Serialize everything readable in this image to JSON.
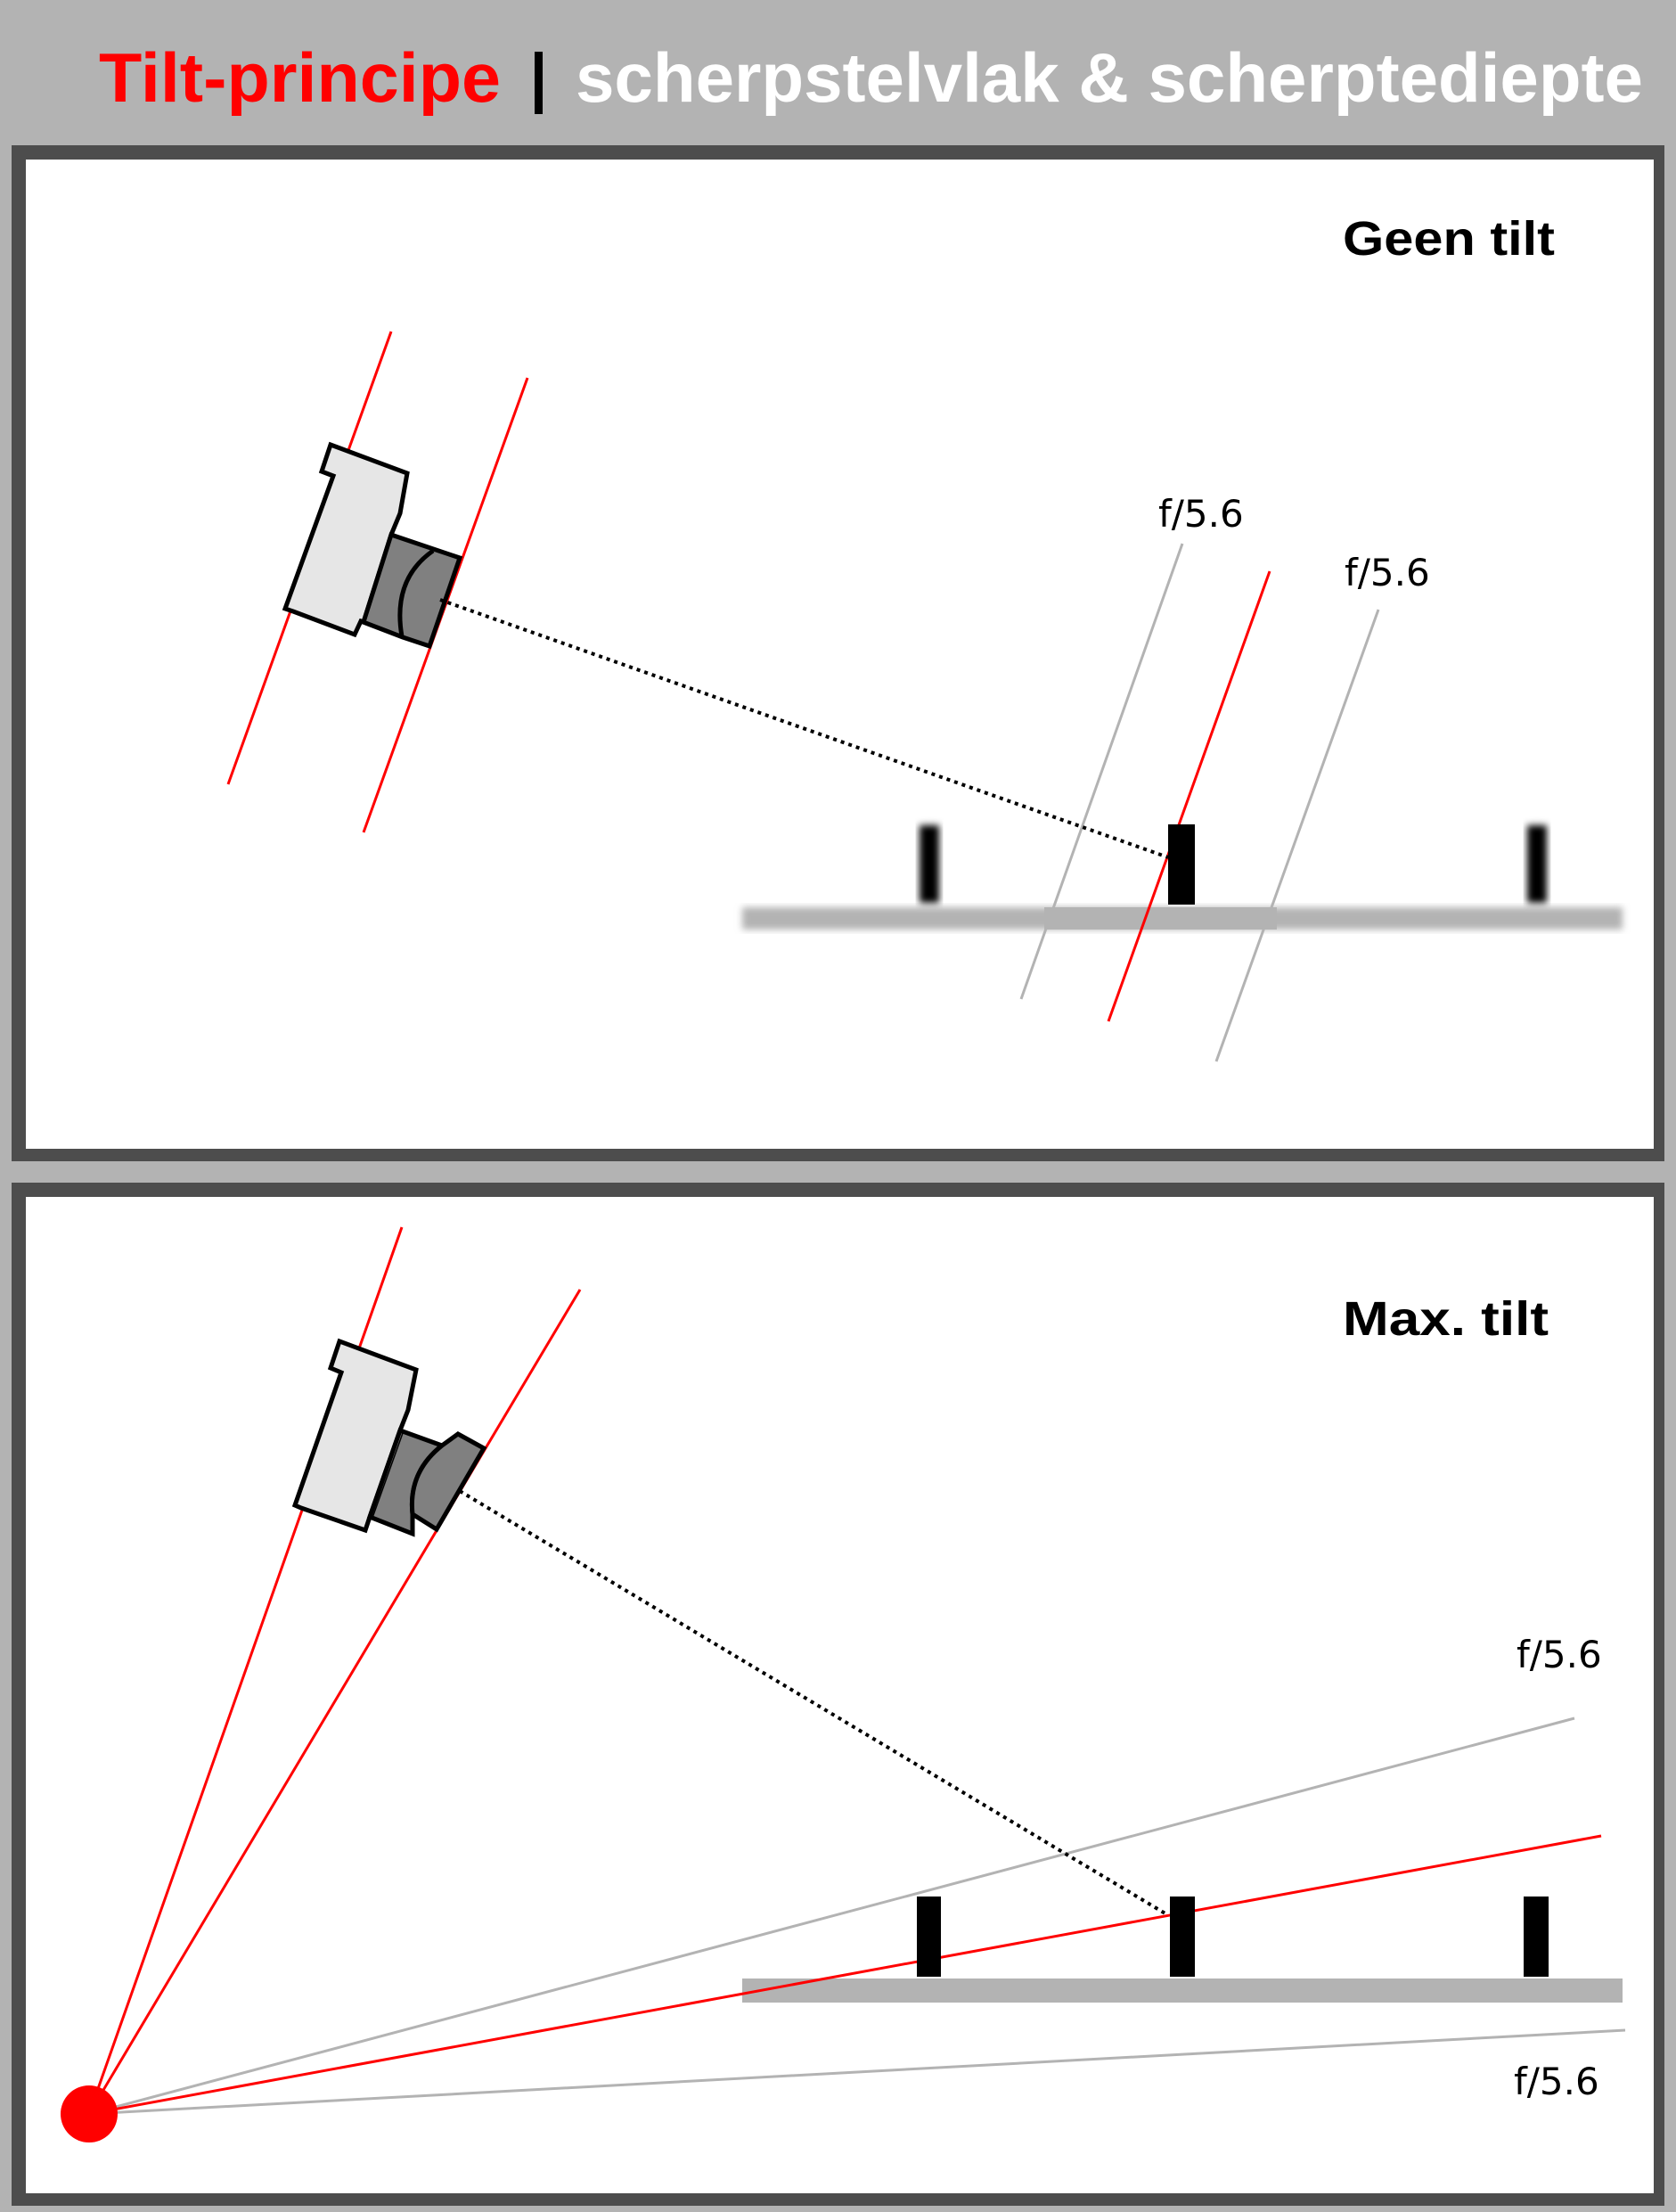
{
  "header": {
    "title_main": "Tilt-principe",
    "separator": "|",
    "title_sub": "scherpstelvlak & scherptediepte"
  },
  "panels": [
    {
      "label": "Geen tilt",
      "apertures": [
        "f/5.6",
        "f/5.6"
      ]
    },
    {
      "label": "Max. tilt",
      "apertures": [
        "f/5.6",
        "f/5.6"
      ]
    }
  ],
  "colors": {
    "accent": "#ff0000",
    "header_bg": "#b3b3b3",
    "frame": "#4d4d4d",
    "ground": "#b3b3b3",
    "dof_line": "#b3b3b3",
    "camera_body": "#e6e6e6",
    "camera_lens": "#808080"
  }
}
